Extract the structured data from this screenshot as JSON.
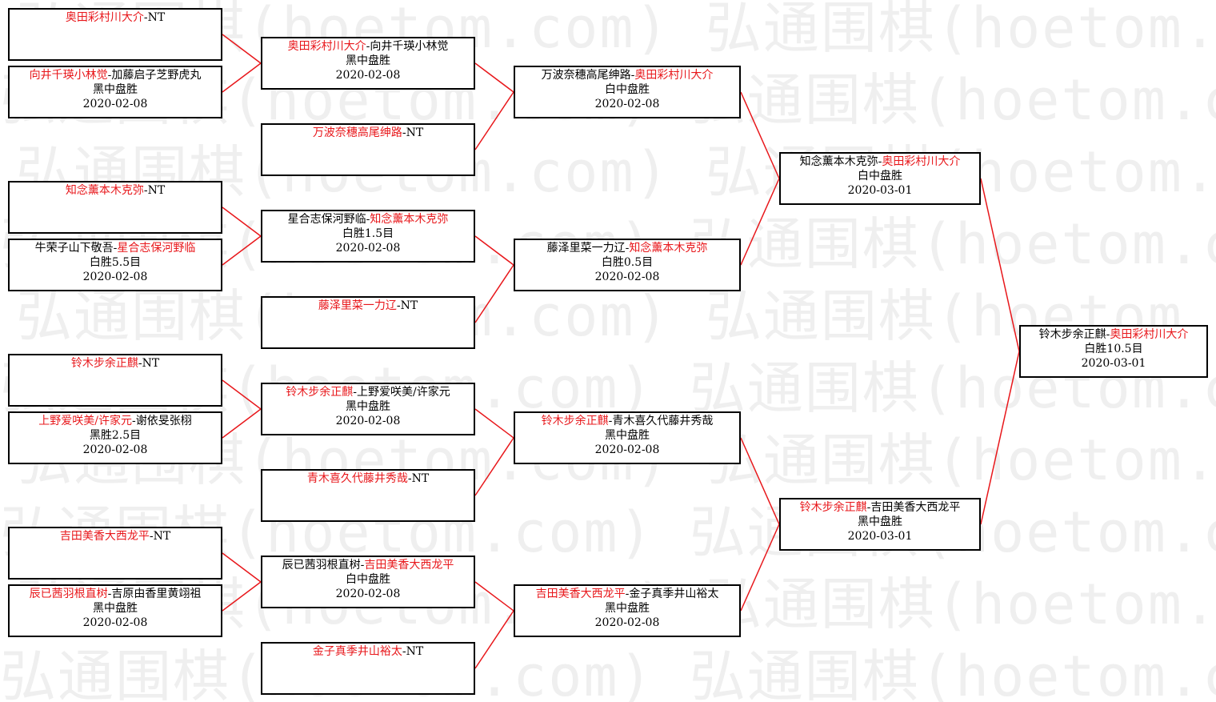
{
  "watermark": {
    "text": "弘通围棋(hoetom.com)"
  },
  "colors": {
    "winner": "#e8171b",
    "text": "#000000",
    "line": "#e8171b",
    "border": "#000000"
  },
  "matches": {
    "r1_1": {
      "p1": "奥田彩村川大介",
      "sep": "-",
      "p2": "NT",
      "win": 1,
      "result": "",
      "date": ""
    },
    "r1_2": {
      "p1": "向井千瑛小林觉",
      "sep": "-",
      "p2": "加藤启子芝野虎丸",
      "win": 1,
      "result": "黑中盘胜",
      "date": "2020-02-08"
    },
    "r1_3": {
      "p1": "知念薰本木克弥",
      "sep": "-",
      "p2": "NT",
      "win": 1,
      "result": "",
      "date": ""
    },
    "r1_4": {
      "p1": "牛荣子山下敬吾",
      "sep": "-",
      "p2": "星合志保河野临",
      "win": 2,
      "result": "白胜5.5目",
      "date": "2020-02-08"
    },
    "r1_5": {
      "p1": "铃木步余正麒",
      "sep": "-",
      "p2": "NT",
      "win": 1,
      "result": "",
      "date": ""
    },
    "r1_6": {
      "p1": "上野爱咲美/许家元",
      "sep": "-",
      "p2": "谢依旻张栩",
      "win": 1,
      "result": "黑胜2.5目",
      "date": "2020-02-08"
    },
    "r1_7": {
      "p1": "吉田美香大西龙平",
      "sep": "-",
      "p2": "NT",
      "win": 1,
      "result": "",
      "date": ""
    },
    "r1_8": {
      "p1": "辰已茜羽根直树",
      "sep": "-",
      "p2": "吉原由香里黄翊祖",
      "win": 1,
      "result": "黑中盘胜",
      "date": "2020-02-08"
    },
    "r2_1": {
      "p1": "奥田彩村川大介",
      "sep": "-",
      "p2": "向井千瑛小林觉",
      "win": 1,
      "result": "黑中盘胜",
      "date": "2020-02-08"
    },
    "r2_2": {
      "p1": "万波奈穗高尾绅路",
      "sep": "-",
      "p2": "NT",
      "win": 1,
      "result": "",
      "date": ""
    },
    "r2_3": {
      "p1": "星合志保河野临",
      "sep": "-",
      "p2": "知念薰本木克弥",
      "win": 2,
      "result": "白胜1.5目",
      "date": "2020-02-08"
    },
    "r2_4": {
      "p1": "藤泽里菜一力辽",
      "sep": "-",
      "p2": "NT",
      "win": 1,
      "result": "",
      "date": ""
    },
    "r2_5": {
      "p1": "铃木步余正麒",
      "sep": "-",
      "p2": "上野爱咲美/许家元",
      "win": 1,
      "result": "黑中盘胜",
      "date": "2020-02-08"
    },
    "r2_6": {
      "p1": "青木喜久代藤井秀哉",
      "sep": "-",
      "p2": "NT",
      "win": 1,
      "result": "",
      "date": ""
    },
    "r2_7": {
      "p1": "辰已茜羽根直树",
      "sep": "-",
      "p2": "吉田美香大西龙平",
      "win": 2,
      "result": "白中盘胜",
      "date": "2020-02-08"
    },
    "r2_8": {
      "p1": "金子真季井山裕太",
      "sep": "-",
      "p2": "NT",
      "win": 1,
      "result": "",
      "date": ""
    },
    "r3_1": {
      "p1": "万波奈穗高尾绅路",
      "sep": "-",
      "p2": "奥田彩村川大介",
      "win": 2,
      "result": "白中盘胜",
      "date": "2020-02-08"
    },
    "r3_2": {
      "p1": "藤泽里菜一力辽",
      "sep": "-",
      "p2": "知念薰本木克弥",
      "win": 2,
      "result": "白胜0.5目",
      "date": "2020-02-08"
    },
    "r3_3": {
      "p1": "铃木步余正麒",
      "sep": "-",
      "p2": "青木喜久代藤井秀哉",
      "win": 1,
      "result": "黑中盘胜",
      "date": "2020-02-08"
    },
    "r3_4": {
      "p1": "吉田美香大西龙平",
      "sep": "-",
      "p2": "金子真季井山裕太",
      "win": 1,
      "result": "黑中盘胜",
      "date": "2020-02-08"
    },
    "r4_1": {
      "p1": "知念薰本木克弥",
      "sep": "-",
      "p2": "奥田彩村川大介",
      "win": 2,
      "result": "白中盘胜",
      "date": "2020-03-01"
    },
    "r4_2": {
      "p1": "铃木步余正麒",
      "sep": "-",
      "p2": "吉田美香大西龙平",
      "win": 1,
      "result": "黑中盘胜",
      "date": "2020-03-01"
    },
    "r5_1": {
      "p1": "铃木步余正麒",
      "sep": "-",
      "p2": "奥田彩村川大介",
      "win": 2,
      "result": "白胜10.5目",
      "date": "2020-03-01"
    }
  }
}
